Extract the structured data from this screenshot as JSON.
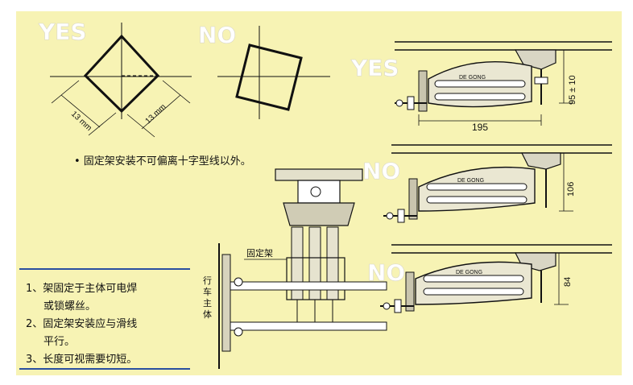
{
  "top_marks": {
    "yes": "YES",
    "no": "NO"
  },
  "dims": {
    "dim_13_left": "13 mm",
    "dim_13_right": "13 mm"
  },
  "note_align": "• 固定架安装不可偏离十字型线以外。",
  "collector_panels": [
    {
      "mark": "YES",
      "brand": "DE GONG",
      "dim_vertical": "95 ± 10",
      "dim_horizontal": "195"
    },
    {
      "mark": "NO",
      "brand": "DE GONG",
      "dim_vertical": "106"
    },
    {
      "mark": "NO",
      "brand": "DE GONG",
      "dim_vertical": "84"
    }
  ],
  "assembly": {
    "bracket_label": "固定架",
    "body_label": "行车主体"
  },
  "notes": [
    "1、架固定于主体可电焊",
    "或锁螺丝。",
    "2、固定架安装应与滑线",
    "平行。",
    "3、长度可视需要切短。"
  ],
  "colors": {
    "background": "#f7f3b4",
    "rule": "#2a4fa0"
  }
}
